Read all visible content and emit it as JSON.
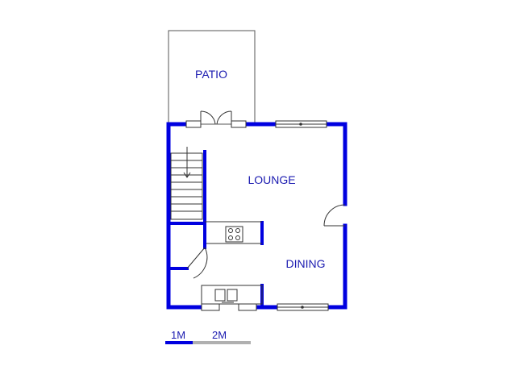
{
  "rooms": {
    "patio": "PATIO",
    "lounge": "LOUNGE",
    "dining": "DINING"
  },
  "scale_bar": {
    "label_1": "1M",
    "label_2": "2M"
  },
  "colors": {
    "wall": "#0000e0",
    "thin_line": "#333333",
    "label": "#1a1ab0",
    "scale_gray": "#b0b0b0"
  }
}
